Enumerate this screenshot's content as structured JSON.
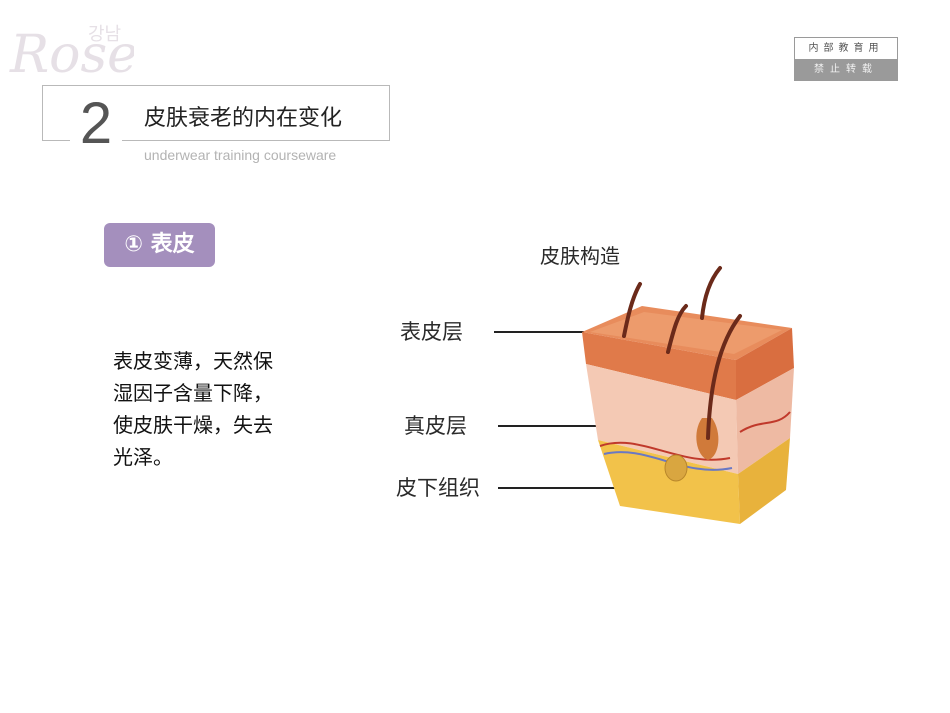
{
  "logo": {
    "script": "Rose",
    "hangul": "강남"
  },
  "stamp": {
    "line1": "内部教育用",
    "line2": "禁止转载"
  },
  "section": {
    "number": "2",
    "title": "皮肤衰老的内在变化",
    "subtitle": "underwear training courseware"
  },
  "badge": {
    "label": "① 表皮"
  },
  "body": {
    "lines": [
      "表皮变薄，天然保",
      "湿因子含量下降，",
      "使皮肤干燥，失去",
      "光泽。"
    ]
  },
  "diagram": {
    "title": "皮肤构造",
    "labels": [
      "表皮层",
      "真皮层",
      "皮下组织"
    ]
  },
  "colors": {
    "badge": "#a48fbd",
    "epidermis": "#e07a4a",
    "dermis": "#f4c9b4",
    "subcutaneous": "#f2c24a",
    "hair": "#6b2a1a"
  }
}
